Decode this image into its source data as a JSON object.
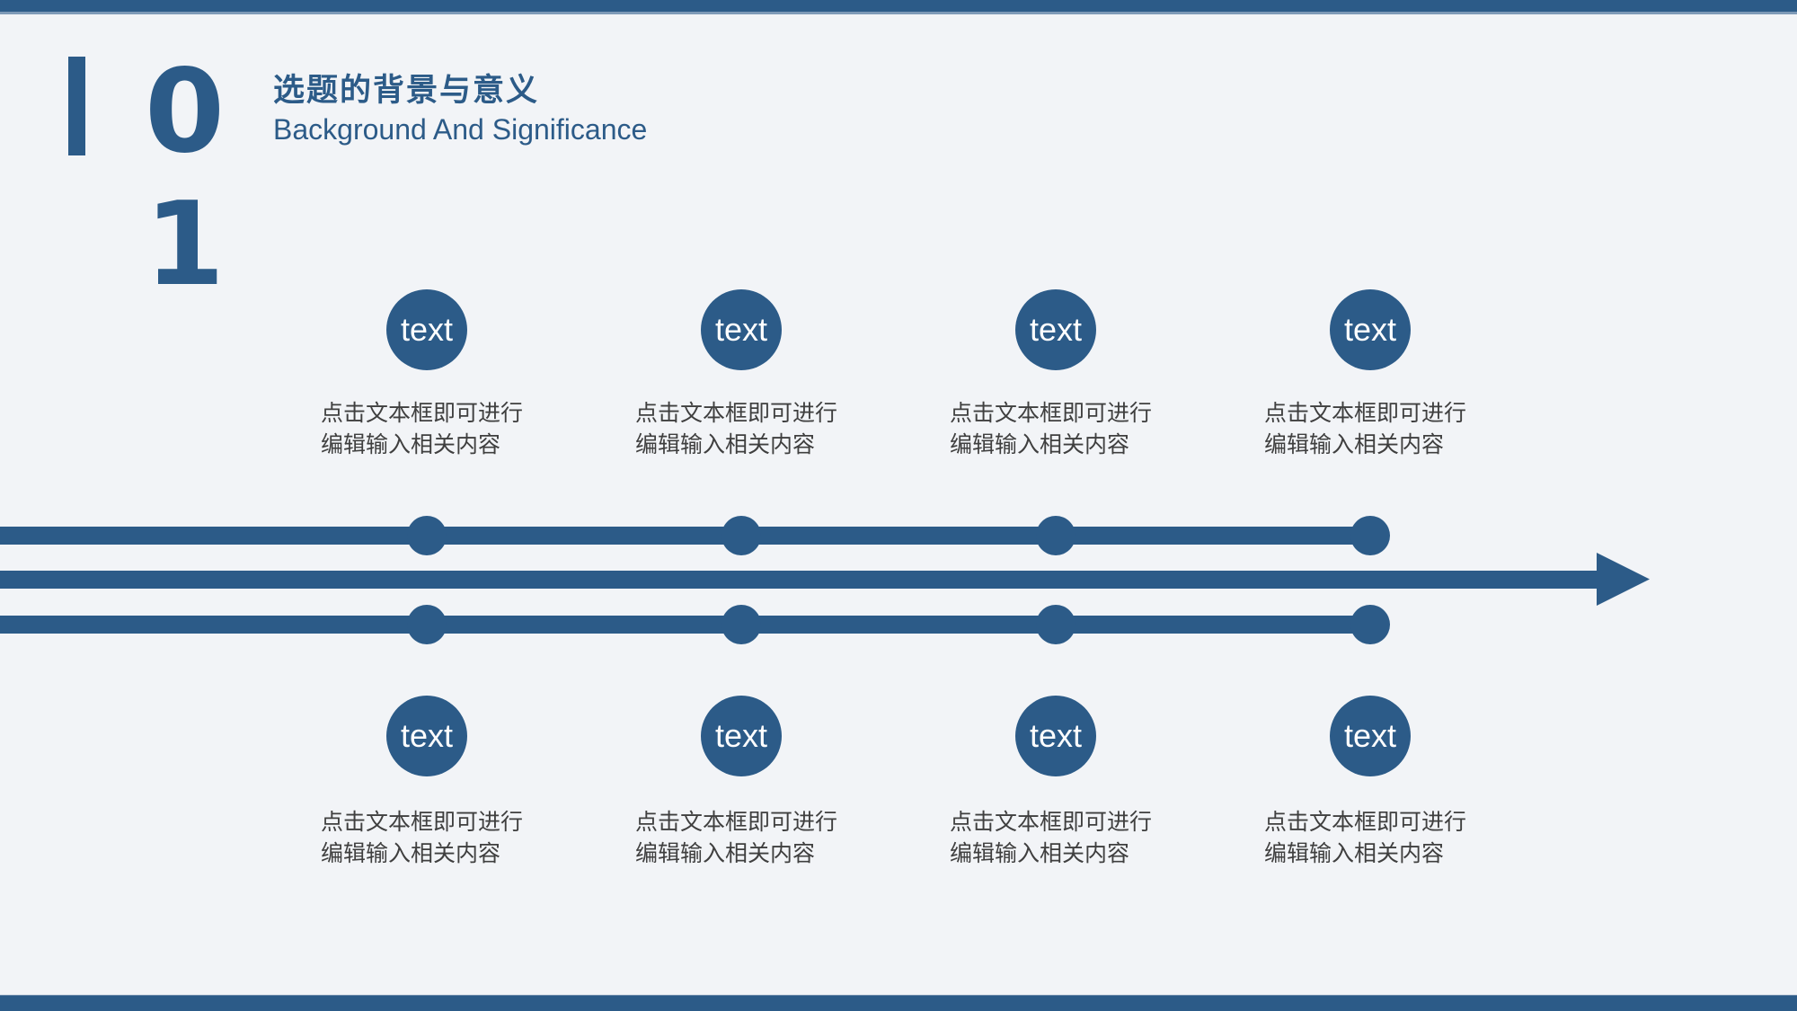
{
  "slide": {
    "colors": {
      "accent": "#2c5b88",
      "background": "#f2f4f7",
      "body_text": "#3f3f3f",
      "badge_text": "#ffffff"
    }
  },
  "header": {
    "section_number": "01",
    "section_number_wrapped": "0\n1",
    "title_cn": "选题的背景与意义",
    "title_en": "Background And Significance"
  },
  "timeline": {
    "top_items": [
      {
        "badge": "text",
        "line1": "点击文本框即可进行",
        "line2": "编辑输入相关内容"
      },
      {
        "badge": "text",
        "line1": "点击文本框即可进行",
        "line2": "编辑输入相关内容"
      },
      {
        "badge": "text",
        "line1": "点击文本框即可进行",
        "line2": "编辑输入相关内容"
      },
      {
        "badge": "text",
        "line1": "点击文本框即可进行",
        "line2": "编辑输入相关内容"
      }
    ],
    "bottom_items": [
      {
        "badge": "text",
        "line1": "点击文本框即可进行",
        "line2": "编辑输入相关内容"
      },
      {
        "badge": "text",
        "line1": "点击文本框即可进行",
        "line2": "编辑输入相关内容"
      },
      {
        "badge": "text",
        "line1": "点击文本框即可进行",
        "line2": "编辑输入相关内容"
      },
      {
        "badge": "text",
        "line1": "点击文本框即可进行",
        "line2": "编辑输入相关内容"
      }
    ]
  }
}
